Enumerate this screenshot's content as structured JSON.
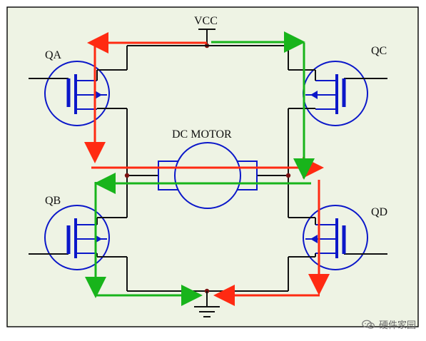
{
  "labels": {
    "vcc": "VCC",
    "motor": "DC MOTOR",
    "qa": "QA",
    "qb": "QB",
    "qc": "QC",
    "qd": "QD"
  },
  "watermark": {
    "text": "硬件家园",
    "icon": "wechat-icon"
  },
  "colors": {
    "wire": "#111111",
    "transistor": "#0b17c9",
    "panel": "#eef3e4",
    "path_red": "#ff2a12",
    "path_green": "#18b41b",
    "node": "#7a1010"
  }
}
